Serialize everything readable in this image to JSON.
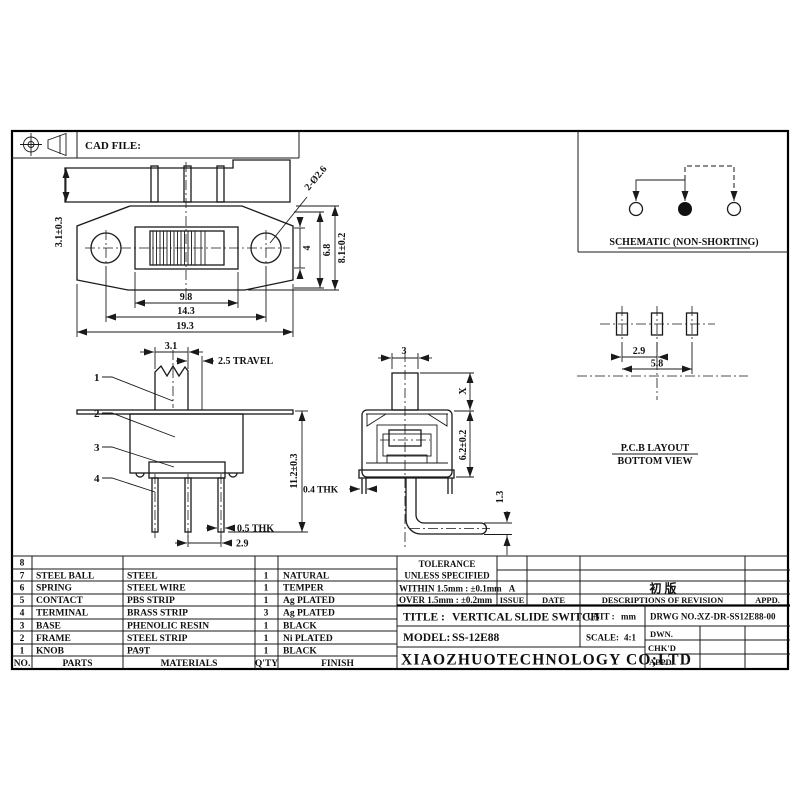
{
  "sheet": {
    "cad_file": "CAD FILE:"
  },
  "top_view": {
    "dim_band_height": "3.1±0.3",
    "dim_holes": "2-Ø2.6",
    "dim_slot": "9.8",
    "dim_hole_pitch": "14.3",
    "dim_width": "19.3",
    "dim_knob": "4",
    "dim_notch": "6.8",
    "dim_body": "8.1±0.2"
  },
  "front_view": {
    "dim_knob_width": "3.1",
    "dim_travel": "2.5 TRAVEL",
    "dim_height": "11.2±0.3",
    "dim_terminal_thk": "0.5 THK",
    "dim_pitch": "2.9",
    "balloon_1": "1",
    "balloon_2": "2",
    "balloon_3": "3",
    "balloon_4": "4"
  },
  "side_view": {
    "dim_knob_width": "3",
    "dim_knob_height": "X",
    "dim_body_height": "6.2±0.2",
    "dim_frame_thk": "0.4 THK",
    "dim_terminal": "1.3"
  },
  "schematic": {
    "caption": "SCHEMATIC (NON-SHORTING)"
  },
  "pcb": {
    "dim_pitch": "2.9",
    "dim_span": "5.8",
    "caption_line1": "P.C.B LAYOUT",
    "caption_line2": "BOTTOM VIEW"
  },
  "parts_table": {
    "headers": {
      "no": "NO.",
      "parts": "PARTS",
      "materials": "MATERIALS",
      "qty": "Q'TY",
      "finish": "FINISH"
    },
    "rows": [
      {
        "no": "8",
        "parts": "",
        "materials": "",
        "qty": "",
        "finish": ""
      },
      {
        "no": "7",
        "parts": "STEEL BALL",
        "materials": "STEEL",
        "qty": "1",
        "finish": "NATURAL"
      },
      {
        "no": "6",
        "parts": "SPRING",
        "materials": "STEEL WIRE",
        "qty": "1",
        "finish": "TEMPER"
      },
      {
        "no": "5",
        "parts": "CONTACT",
        "materials": "PBS STRIP",
        "qty": "1",
        "finish": "Ag PLATED"
      },
      {
        "no": "4",
        "parts": "TERMINAL",
        "materials": "BRASS STRIP",
        "qty": "3",
        "finish": "Ag PLATED"
      },
      {
        "no": "3",
        "parts": "BASE",
        "materials": "PHENOLIC RESIN",
        "qty": "1",
        "finish": "BLACK"
      },
      {
        "no": "2",
        "parts": "FRAME",
        "materials": "STEEL STRIP",
        "qty": "1",
        "finish": "Ni PLATED"
      },
      {
        "no": "1",
        "parts": "KNOB",
        "materials": "PA9T",
        "qty": "1",
        "finish": "BLACK"
      }
    ]
  },
  "title_block": {
    "tolerance_line1": "TOLERANCE",
    "tolerance_line2": "UNLESS  SPECIFIED",
    "within": "WITHIN 1.5mm : ±0.1mm",
    "over": "OVER  1.5mm : ±0.2mm",
    "issue_value": "A",
    "issue_label": "ISSUE",
    "date_label": "DATE",
    "revision_entry": "初 版",
    "revision_label": "DESCRIPTIONS OF REVISION",
    "revision_appd_label": "APPD.",
    "title_label": "TITLE :",
    "title_value": "VERTICAL SLIDE SWITCH",
    "model_label": "MODEL:",
    "model_value": "SS-12E88",
    "unit_label": "UNIT :",
    "unit_value": "mm",
    "scale_label": "SCALE:",
    "scale_value": "4:1",
    "drwg_label": "DRWG NO.:",
    "drwg_value": "XZ-DR-SS12E88-00",
    "dwn_label": "DWN.",
    "chkd_label": "CHK'D",
    "appd_label": "APPD.",
    "company": "XIAOZHUOTECHNOLOGY  CO;LTD"
  }
}
